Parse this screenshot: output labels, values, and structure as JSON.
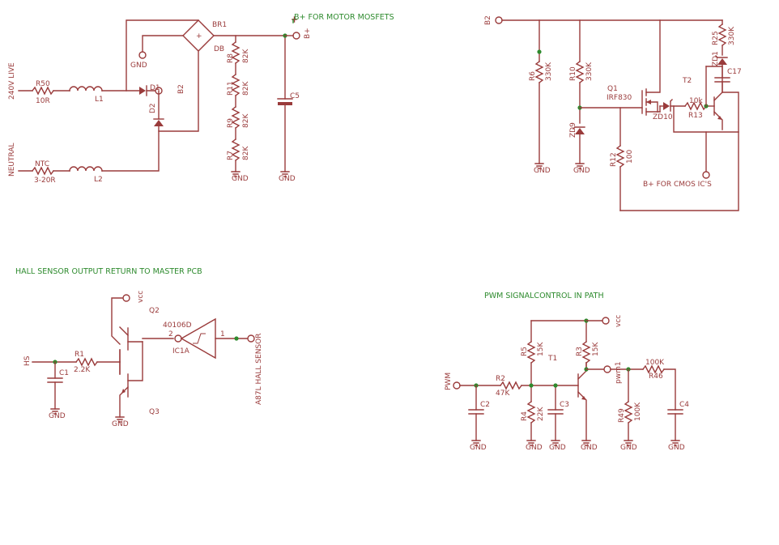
{
  "notes": {
    "motor_supply": "B+ FOR MOTOR MOSFETS",
    "hall_return": "HALL SENSOR OUTPUT RETURN TO MASTER PCB",
    "pwm_path": "PWM SIGNALCONTROL IN PATH",
    "cmos_supply": "B+ FOR CMOS IC'S"
  },
  "supply": {
    "live": "240V LIVE",
    "neutral": "NEUTRAL",
    "r50": "R50",
    "r50_val": "10R",
    "ntc": "NTC",
    "ntc_val": "3-20R",
    "l1": "L1",
    "l2": "L2",
    "d1": "D1",
    "d2": "D2",
    "b2": "B2",
    "gnd": "GND",
    "br1": "BR1",
    "db": "DB",
    "plus": "+",
    "r8": "R8",
    "r11": "R11",
    "r9": "R9",
    "r7": "R7",
    "r82k": "82K",
    "c5": "C5",
    "bplus": "B+"
  },
  "regulator": {
    "b2": "B2",
    "r6": "R6",
    "r6_val": "330K",
    "r10": "R10",
    "r10_val": "330K",
    "zd9": "ZD9",
    "q1": "Q1",
    "q1_part": "IRF830",
    "zd10": "ZD10",
    "r13": "R13",
    "r13_val": "10k",
    "t2": "T2",
    "r12": "R12",
    "r12_val": "100",
    "r25": "R25",
    "r25_val": "330K",
    "zd1": "ZD1",
    "c17": "C17",
    "gnd": "GND"
  },
  "hall": {
    "hs": "HS",
    "c1": "C1",
    "r1": "R1",
    "r1_val": "2.2K",
    "q2": "Q2",
    "q3": "Q3",
    "vcc": "vcc",
    "ic_part": "40106D",
    "ic_ref": "IC1A",
    "pin2": "2",
    "pin1": "1",
    "out": "A87L HALL SENSOR",
    "gnd": "GND"
  },
  "pwm": {
    "pwm": "PWM",
    "c2": "C2",
    "r2": "R2",
    "r2_val": "47K",
    "r5": "R5",
    "r5_val": "15K",
    "r4": "R4",
    "r4_val": "22K",
    "c3": "C3",
    "t1": "T1",
    "r3": "R3",
    "r3_val": "15K",
    "vcc": "vcc",
    "pwm1": "pwm1",
    "r46": "R46",
    "r46_val": "100K",
    "r49": "R49",
    "r49_val": "100K",
    "c4": "C4",
    "gnd": "GND"
  }
}
